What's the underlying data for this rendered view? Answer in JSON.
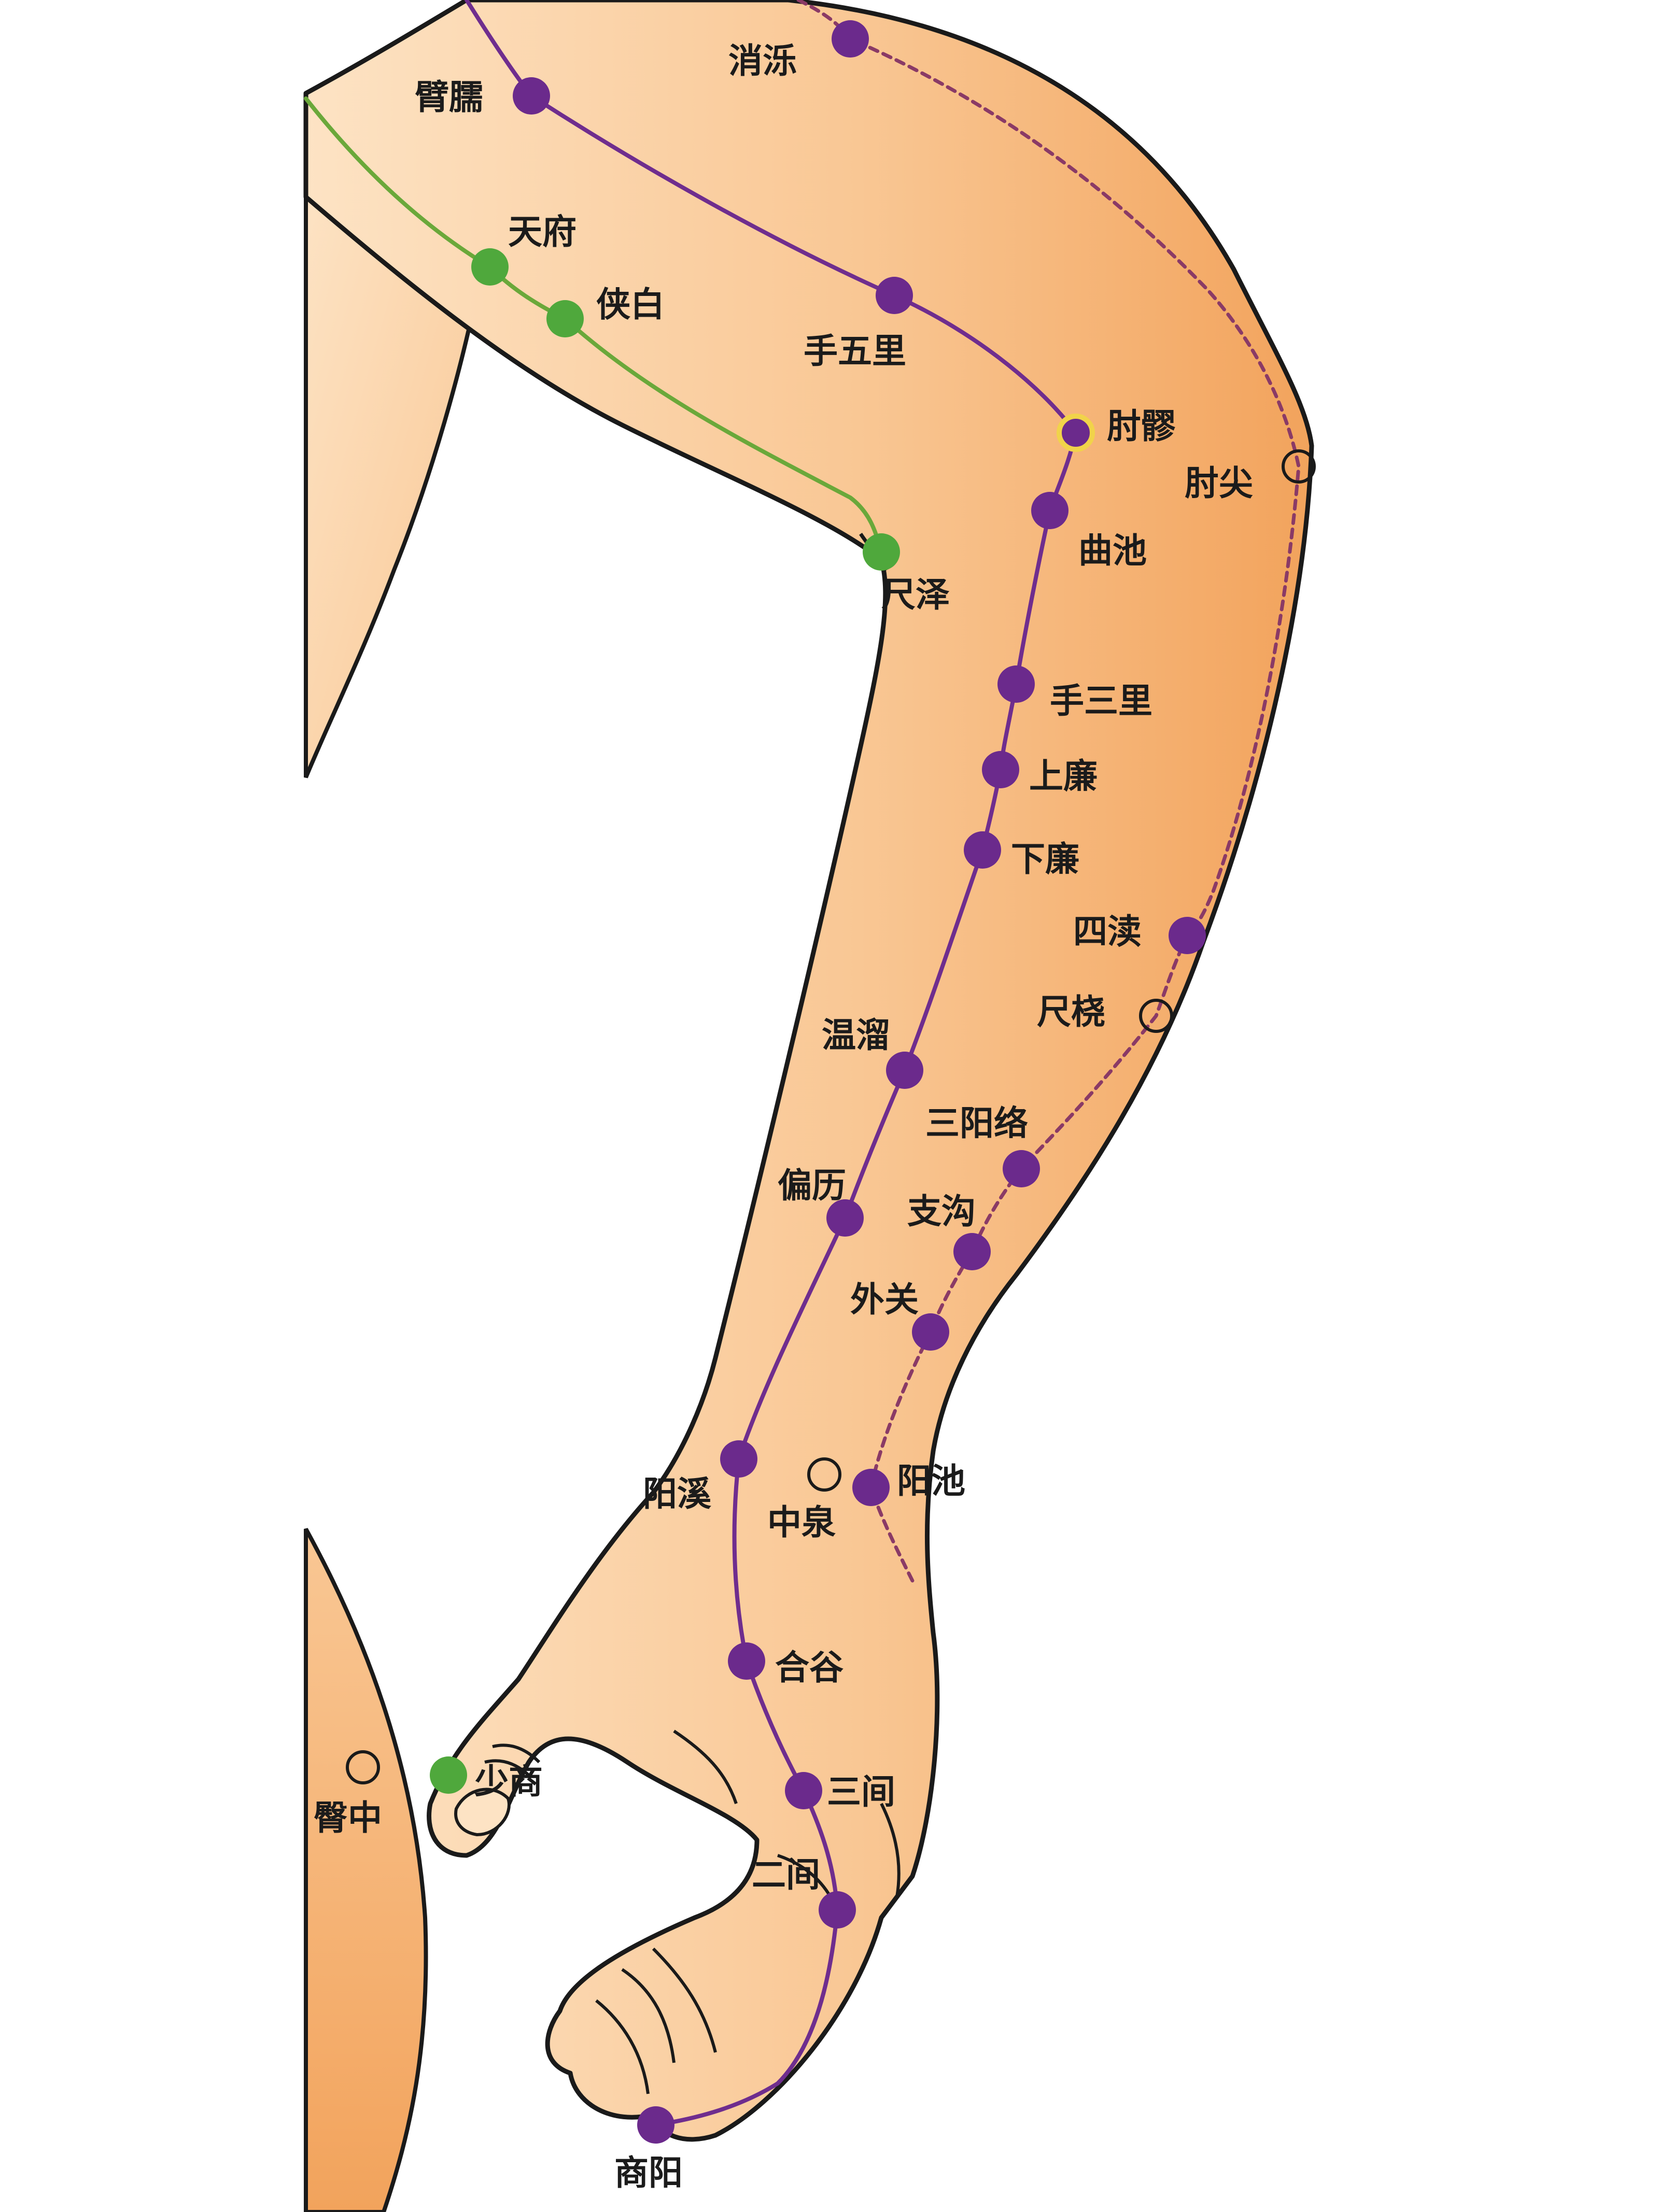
{
  "colors": {
    "skin_light": "#fde3c4",
    "skin_mid": "#f9c794",
    "skin_dark": "#f2a35c",
    "outline": "#1a1a1a",
    "large_intestine_meridian": "#6f2d8e",
    "lung_meridian": "#6aa83a",
    "sanjiao_meridian": "#8a3a66",
    "point_purple": "#6b2a8c",
    "point_green": "#4fa83c",
    "point_yellow_ring": "#f1d34a"
  },
  "meridians": {
    "large_intestine": {
      "color_key": "large_intestine_meridian",
      "style": "solid"
    },
    "lung": {
      "color_key": "lung_meridian",
      "style": "solid"
    },
    "sanjiao": {
      "color_key": "sanjiao_meridian",
      "style": "dashed"
    }
  },
  "points": [
    {
      "id": "xiaoluo",
      "label": "消泺",
      "meridian": "sanjiao",
      "marker": "purple"
    },
    {
      "id": "binao",
      "label": "臂臑",
      "meridian": "large_intestine",
      "marker": "purple"
    },
    {
      "id": "tianfu",
      "label": "天府",
      "meridian": "lung",
      "marker": "green"
    },
    {
      "id": "xiabai",
      "label": "侠白",
      "meridian": "lung",
      "marker": "green"
    },
    {
      "id": "shouwuli",
      "label": "手五里",
      "meridian": "large_intestine",
      "marker": "purple"
    },
    {
      "id": "zhouliao",
      "label": "肘髎",
      "meridian": "large_intestine",
      "marker": "yellow"
    },
    {
      "id": "zhoujian",
      "label": "肘尖",
      "meridian": "extra",
      "marker": "ring"
    },
    {
      "id": "quchi",
      "label": "曲池",
      "meridian": "large_intestine",
      "marker": "purple"
    },
    {
      "id": "chize",
      "label": "尺泽",
      "meridian": "lung",
      "marker": "green"
    },
    {
      "id": "shousanli",
      "label": "手三里",
      "meridian": "large_intestine",
      "marker": "purple"
    },
    {
      "id": "shanglian",
      "label": "上廉",
      "meridian": "large_intestine",
      "marker": "purple"
    },
    {
      "id": "xialian",
      "label": "下廉",
      "meridian": "large_intestine",
      "marker": "purple"
    },
    {
      "id": "sidu",
      "label": "四渎",
      "meridian": "sanjiao",
      "marker": "purple"
    },
    {
      "id": "chirao",
      "label": "尺桡",
      "meridian": "extra",
      "marker": "ring"
    },
    {
      "id": "wenliu",
      "label": "温溜",
      "meridian": "large_intestine",
      "marker": "purple"
    },
    {
      "id": "sanyangluo",
      "label": "三阳络",
      "meridian": "sanjiao",
      "marker": "purple"
    },
    {
      "id": "pianli",
      "label": "偏历",
      "meridian": "large_intestine",
      "marker": "purple"
    },
    {
      "id": "zhigou",
      "label": "支沟",
      "meridian": "sanjiao",
      "marker": "purple"
    },
    {
      "id": "waiguan",
      "label": "外关",
      "meridian": "sanjiao",
      "marker": "purple"
    },
    {
      "id": "yangxi",
      "label": "阳溪",
      "meridian": "large_intestine",
      "marker": "purple"
    },
    {
      "id": "zhongquan",
      "label": "中泉",
      "meridian": "extra",
      "marker": "ring"
    },
    {
      "id": "yangchi",
      "label": "阳池",
      "meridian": "sanjiao",
      "marker": "purple"
    },
    {
      "id": "hegu",
      "label": "合谷",
      "meridian": "large_intestine",
      "marker": "purple"
    },
    {
      "id": "shaoshang",
      "label": "少商",
      "meridian": "lung",
      "marker": "green"
    },
    {
      "id": "tunzhong",
      "label": "臀中",
      "meridian": "extra",
      "marker": "ring"
    },
    {
      "id": "sanjian",
      "label": "三间",
      "meridian": "large_intestine",
      "marker": "purple"
    },
    {
      "id": "erjian",
      "label": "二间",
      "meridian": "large_intestine",
      "marker": "purple"
    },
    {
      "id": "shangyang",
      "label": "商阳",
      "meridian": "large_intestine",
      "marker": "purple"
    }
  ]
}
